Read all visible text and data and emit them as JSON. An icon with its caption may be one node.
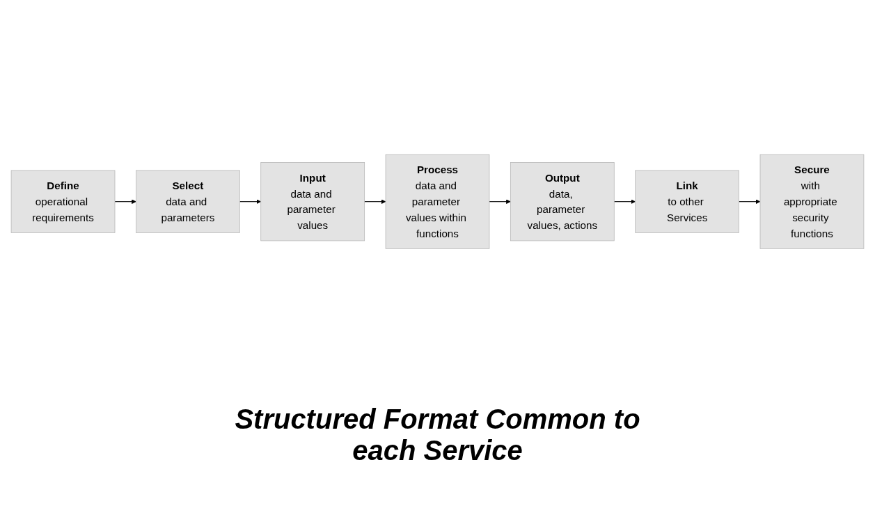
{
  "diagram": {
    "nodes": [
      {
        "text": [
          "Define",
          "operational requirements"
        ]
      },
      {
        "text": [
          "Select",
          "data and parameters"
        ]
      },
      {
        "text": [
          "Input",
          "data and parameter values"
        ]
      },
      {
        "text": [
          "Process",
          "data and parameter values within functions"
        ]
      },
      {
        "text": [
          "Output",
          "data, parameter values, actions"
        ]
      },
      {
        "text": [
          "Link",
          "to other Services"
        ]
      },
      {
        "text": [
          "Secure",
          "with appropriate security functions"
        ]
      }
    ],
    "edges": [
      {
        "from": 0,
        "to": 1,
        "arrow": "to"
      },
      {
        "from": 1,
        "to": 2,
        "arrow": "to"
      },
      {
        "from": 2,
        "to": 3,
        "arrow": "to"
      },
      {
        "from": 3,
        "to": 4,
        "arrow": "to"
      },
      {
        "from": 4,
        "to": 5,
        "arrow": "to"
      },
      {
        "from": 5,
        "to": 6,
        "arrow": "to"
      }
    ],
    "labels": [
      "Structured Format Common to each Service"
    ]
  }
}
